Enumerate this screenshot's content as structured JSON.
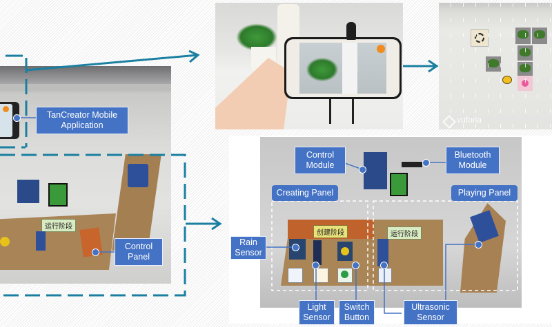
{
  "labels": {
    "mobile_app": "TanCreator Mobile Application",
    "control_panel": "Control Panel",
    "control_module": "Control Module",
    "bluetooth_module": "Bluetooth Module",
    "creating_panel": "Creating Panel",
    "playing_panel": "Playing Panel",
    "rain_sensor": "Rain Sensor",
    "light_sensor": "Light Sensor",
    "switch_button": "Switch Button",
    "ultrasonic_sensor": "Ultrasonic Sensor"
  },
  "board_tags": {
    "running_stage": "运行阶段",
    "creating_stage": "创建阶段"
  },
  "watermark": "vuforia",
  "colors": {
    "accent_teal": "#1a7fa0",
    "label_blue": "#4472c4",
    "cardboard": "#b08a5a"
  }
}
